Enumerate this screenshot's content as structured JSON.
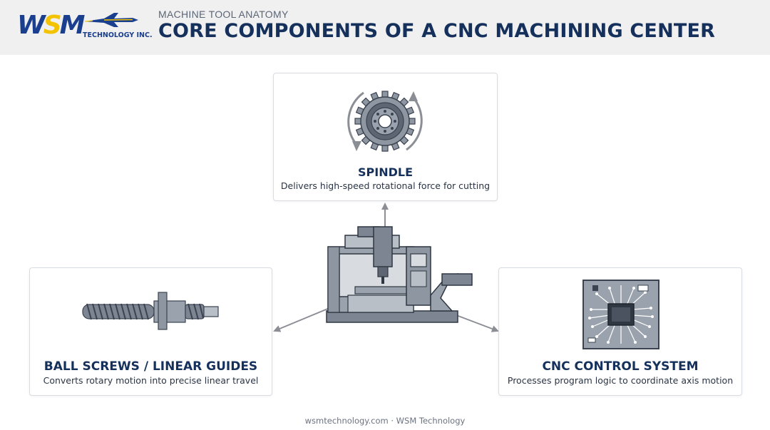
{
  "brand": {
    "logo_text": "WSM",
    "logo_subtext": "TECHNOLOGY INC.",
    "colors": {
      "navy": "#14305b",
      "logo_blue": "#1b3f8f",
      "logo_yellow": "#f3c300",
      "header_bg": "#f0f0f1"
    }
  },
  "header": {
    "kicker": "MACHINE TOOL ANATOMY",
    "title": "CORE COMPONENTS OF A CNC MACHINING CENTER"
  },
  "components": {
    "spindle": {
      "title": "SPINDLE",
      "description": "Delivers high-speed rotational force for cutting",
      "icon": "gear-with-rotation-arrows-icon"
    },
    "ball_screws": {
      "title": "BALL SCREWS / LINEAR GUIDES",
      "description": "Converts rotary motion into precise linear travel",
      "icon": "ball-screw-icon"
    },
    "control": {
      "title": "CNC CONTROL SYSTEM",
      "description": "Processes program logic to coordinate axis motion",
      "icon": "circuit-board-chip-icon"
    }
  },
  "center": {
    "icon": "cnc-machine-icon"
  },
  "footer": {
    "text": "wsmtechnology.com · WSM Technology"
  }
}
